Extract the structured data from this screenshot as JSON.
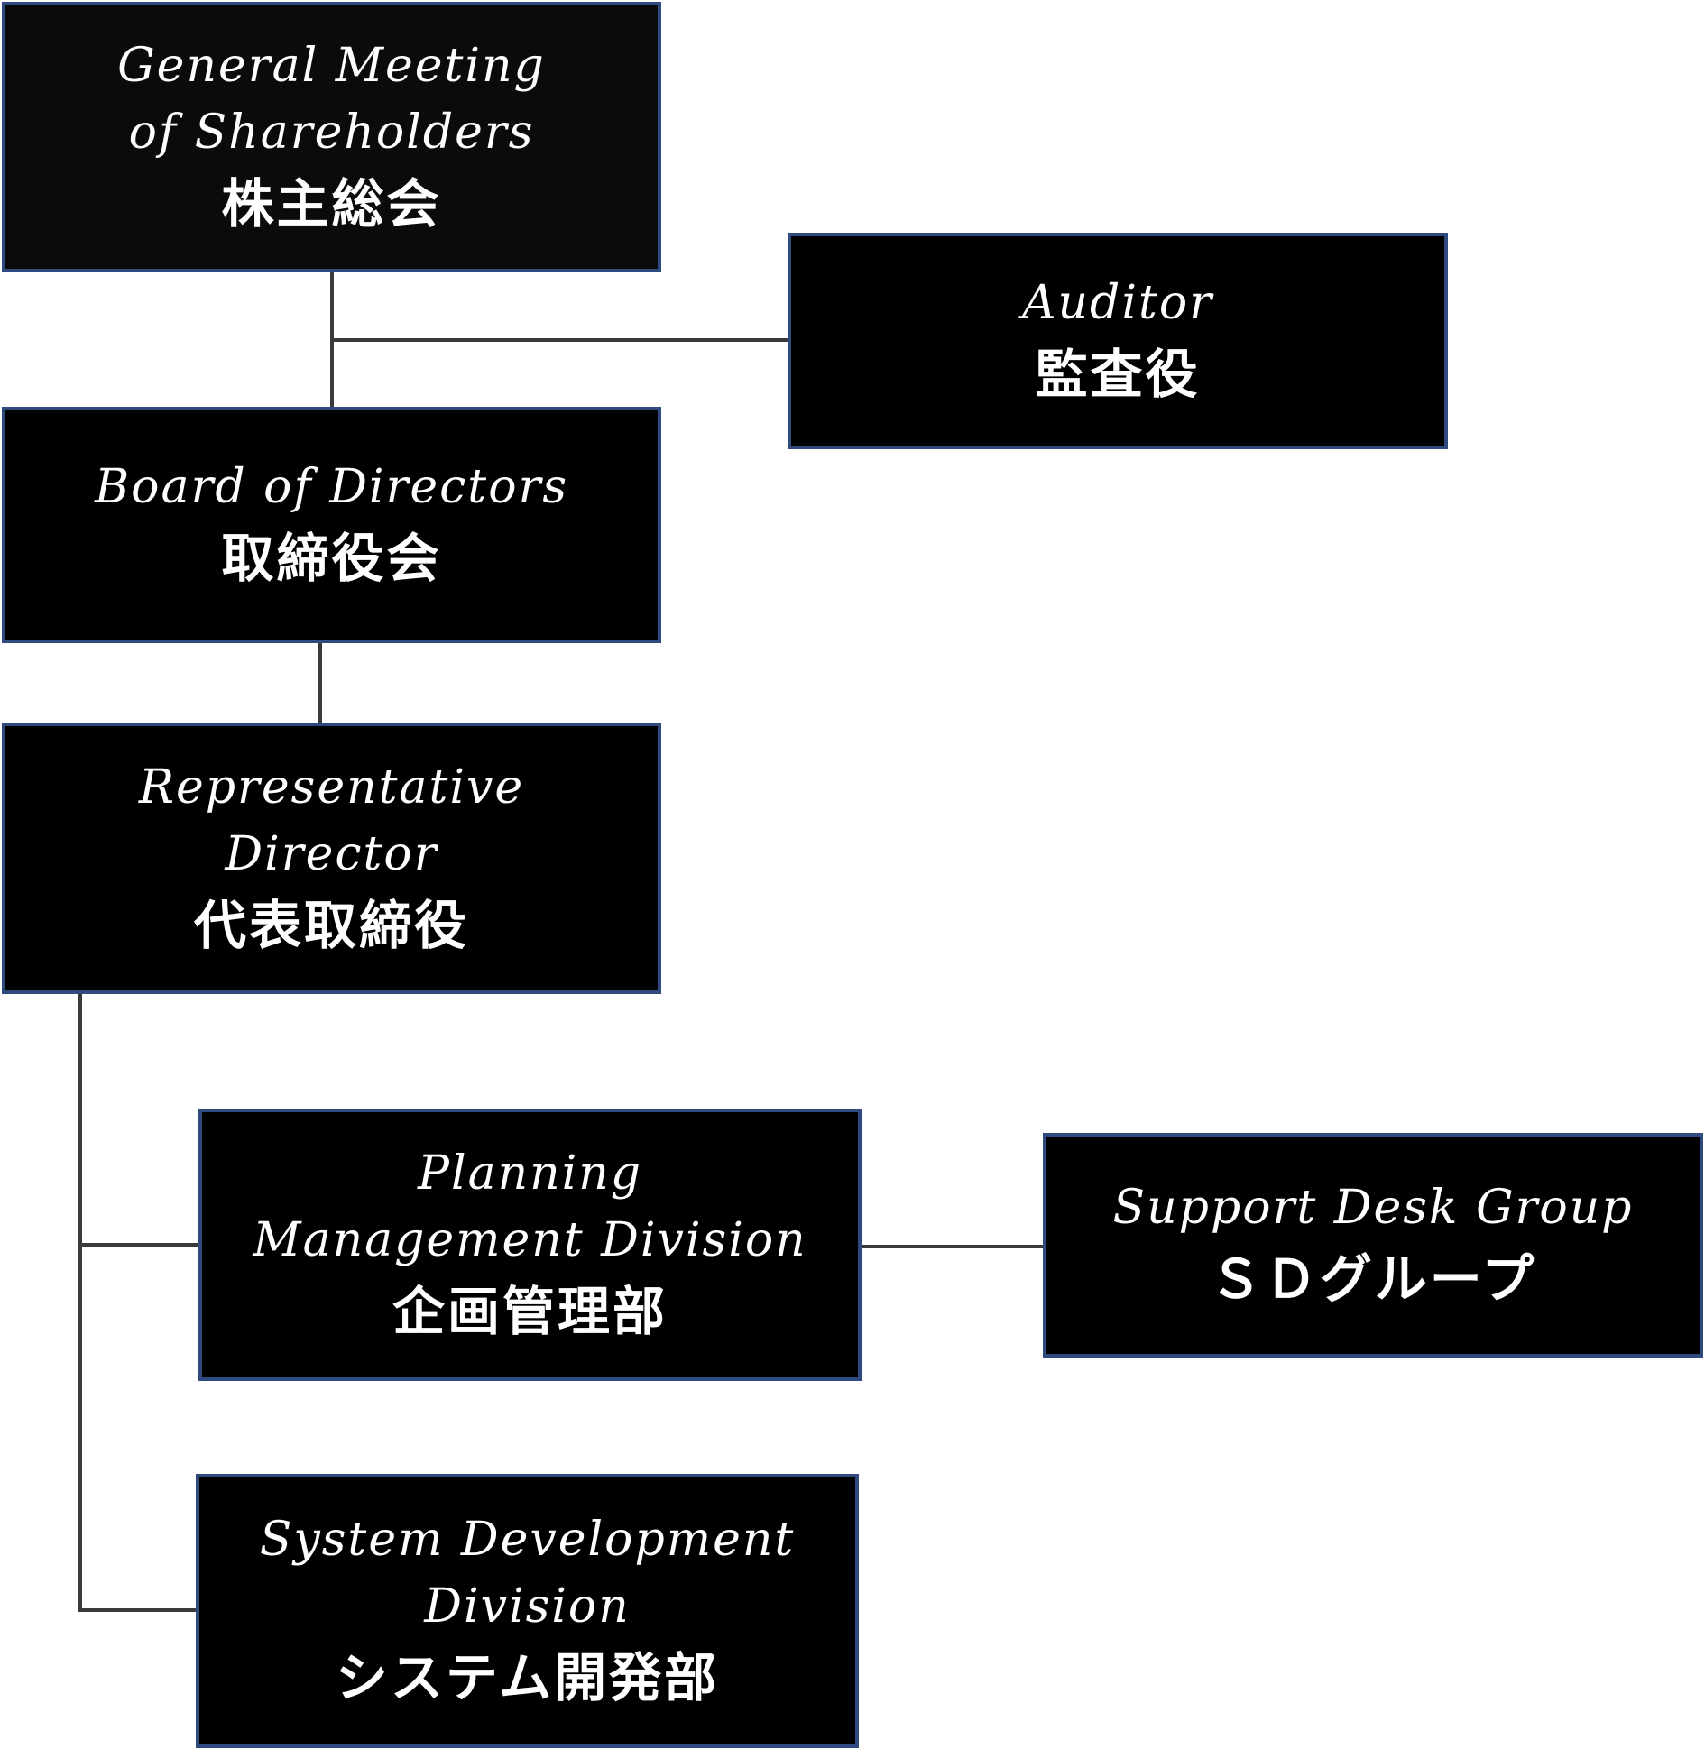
{
  "colors": {
    "box_fill": "#000000",
    "box_border": "#2f4a7e",
    "connector": "#3a3a3a",
    "text": "#ffffff"
  },
  "nodes": {
    "general_meeting": {
      "en_line1": "General Meeting",
      "en_line2": "of  Shareholders",
      "ja": "株主総会"
    },
    "auditor": {
      "en": "Auditor",
      "ja": "監査役"
    },
    "board": {
      "en": "Board of Directors",
      "ja": "取締役会"
    },
    "representative": {
      "en_line1": "Representative",
      "en_line2": "Director",
      "ja": "代表取締役"
    },
    "planning": {
      "en_line1": "Planning",
      "en_line2": "Management Division",
      "ja": "企画管理部"
    },
    "support_desk": {
      "en": "Support Desk Group",
      "ja": "ＳＤグループ"
    },
    "system_dev": {
      "en_line1": "System Development",
      "en_line2": "Division",
      "ja": "システム開発部"
    }
  }
}
